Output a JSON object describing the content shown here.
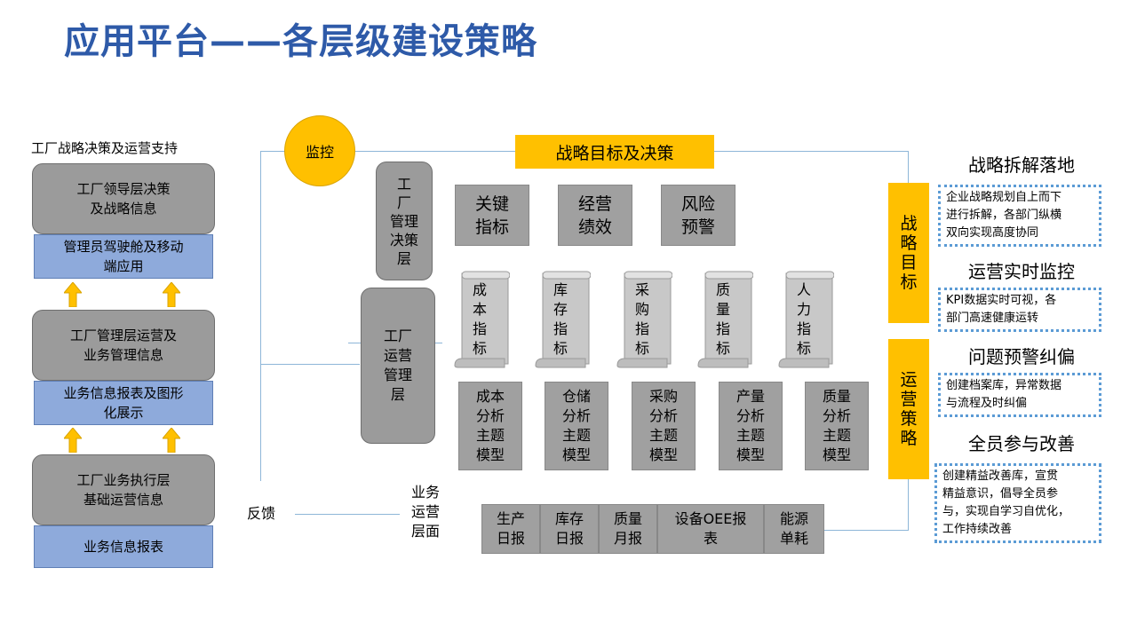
{
  "title": "应用平台——各层级建设策略",
  "left": {
    "heading": "工厂战略决策及运营支持",
    "layer1": "工厂领导层决策\n及战略信息",
    "bar1": "管理员驾驶舱及移动\n端应用",
    "layer2": "工厂管理层运营及\n业务管理信息",
    "bar2": "业务信息报表及图形\n化展示",
    "layer3": "工厂业务执行层\n基础运营信息",
    "bar3": "业务信息报表"
  },
  "center": {
    "monitor": "监控",
    "strategy_header": "战略目标及决策",
    "feedback": "反馈",
    "decision_layer": "工\n厂\n管理\n决策\n层",
    "operation_layer": "工厂\n运营\n管理\n层",
    "business_layer": "业务\n运营\n层面",
    "kpis": [
      {
        "label": "关键\n指标"
      },
      {
        "label": "经营\n绩效"
      },
      {
        "label": "风险\n预警"
      }
    ],
    "scrolls": [
      {
        "label": "成\n本\n指\n标"
      },
      {
        "label": "库\n存\n指\n标"
      },
      {
        "label": "采\n购\n指\n标"
      },
      {
        "label": "质\n量\n指\n标"
      },
      {
        "label": "人\n力\n指\n标"
      }
    ],
    "models": [
      {
        "label": "成本\n分析\n主题\n模型"
      },
      {
        "label": "仓储\n分析\n主题\n模型"
      },
      {
        "label": "采购\n分析\n主题\n模型"
      },
      {
        "label": "产量\n分析\n主题\n模型"
      },
      {
        "label": "质量\n分析\n主题\n模型"
      }
    ],
    "reports": [
      {
        "label": "生产\n日报"
      },
      {
        "label": "库存\n日报"
      },
      {
        "label": "质量\n月报"
      },
      {
        "label": "设备OEE报\n表"
      },
      {
        "label": "能源\n单耗"
      }
    ],
    "strategy_goal": "战\n略\n目\n标",
    "operation_strategy": "运\n营\n策\n略"
  },
  "right": [
    {
      "heading": "战略拆解落地",
      "text": "企业战略规划自上而下\n进行拆解，各部门纵横\n双向实现高度协同"
    },
    {
      "heading": "运营实时监控",
      "text": "KPI数据实时可视，各\n部门高速健康运转"
    },
    {
      "heading": "问题预警纠偏",
      "text": "创建档案库，异常数据\n与流程及时纠偏"
    },
    {
      "heading": "全员参与改善",
      "text": "创建精益改善库，宣贯\n精益意识，倡导全员参\n与，实现自学习自优化，\n工作持续改善"
    }
  ],
  "colors": {
    "title": "#2e5aa8",
    "accent_yellow": "#ffc000",
    "gray": "#9b9b9b",
    "blue": "#8eaadb",
    "dotted_border": "#5b9bd5"
  }
}
